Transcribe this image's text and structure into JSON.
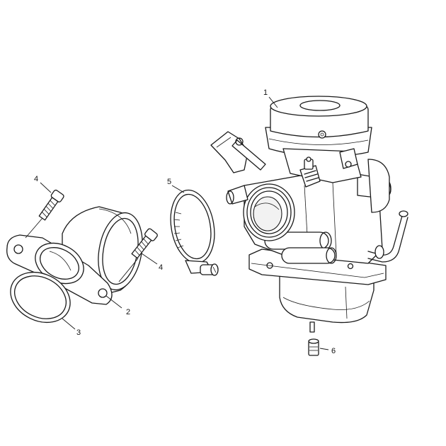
{
  "callouts": [
    {
      "id": "carburetor",
      "number": "1"
    },
    {
      "id": "intake-manifold",
      "number": "2"
    },
    {
      "id": "o-ring",
      "number": "3"
    },
    {
      "id": "bolt-upper",
      "number": "4"
    },
    {
      "id": "bolt-lower",
      "number": "4"
    },
    {
      "id": "hose-clamp",
      "number": "5"
    },
    {
      "id": "drain-screw",
      "number": "6"
    }
  ],
  "colors": {
    "line": "#1a1a1a",
    "background": "#ffffff"
  }
}
